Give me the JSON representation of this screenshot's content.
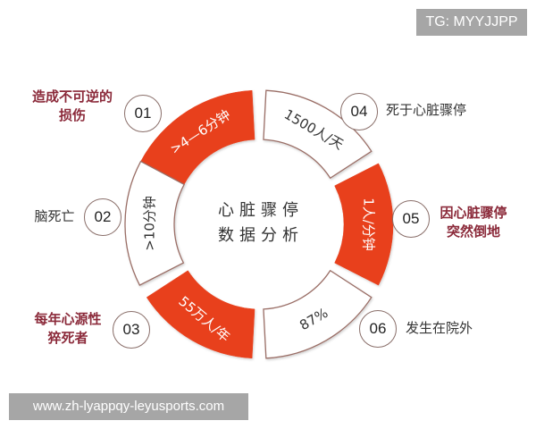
{
  "watermarks": {
    "top_right": "TG: MYYJJPP",
    "bottom_left": "www.zh-lyappqy-leyusports.com"
  },
  "center": {
    "line1": "心脏骤停",
    "line2": "数据分析"
  },
  "segments": [
    {
      "id": "seg-01",
      "text": ">4—6分钟",
      "fill": "red"
    },
    {
      "id": "seg-04",
      "text": "1500人/天",
      "fill": "white"
    },
    {
      "id": "seg-05",
      "text": "1人/分钟",
      "fill": "red"
    },
    {
      "id": "seg-06",
      "text": "87%",
      "fill": "white"
    },
    {
      "id": "seg-03",
      "text": "55万人/年",
      "fill": "red"
    },
    {
      "id": "seg-02",
      "text": ">10分钟",
      "fill": "white"
    }
  ],
  "items": [
    {
      "num": "01",
      "label_line1": "造成不可逆的",
      "label_line2": "损伤"
    },
    {
      "num": "02",
      "label_line1": "脑死亡",
      "label_line2": ""
    },
    {
      "num": "03",
      "label_line1": "每年心源性",
      "label_line2": "猝死者"
    },
    {
      "num": "04",
      "label_line1": "死于心脏骤停",
      "label_line2": ""
    },
    {
      "num": "05",
      "label_line1": "因心脏骤停",
      "label_line2": "突然倒地"
    },
    {
      "num": "06",
      "label_line1": "发生在院外",
      "label_line2": ""
    }
  ],
  "colors": {
    "red": "#e8401c",
    "outline": "#9a6e66",
    "label_red": "#8b2a3a",
    "label_dark": "#333333",
    "badge_gray": "#a6a6a6"
  }
}
